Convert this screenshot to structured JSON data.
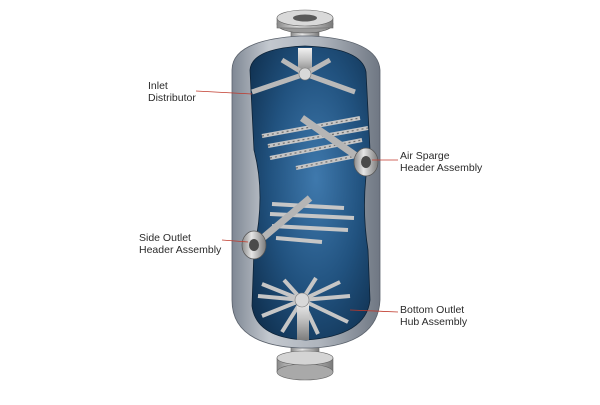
{
  "labels": {
    "inlet_distributor": [
      "Inlet",
      "Distributor"
    ],
    "air_sparge_header": [
      "Air Sparge",
      "Header Assembly"
    ],
    "side_outlet_header": [
      "Side Outlet",
      "Header Assembly"
    ],
    "bottom_outlet_hub": [
      "Bottom Outlet",
      "Hub Assembly"
    ]
  },
  "colors": {
    "leader_line": "#c0392b",
    "vessel_shell": "#b9bec6",
    "vessel_interior": "#1f4e79",
    "pipe_metal": "#c9c9c9"
  }
}
